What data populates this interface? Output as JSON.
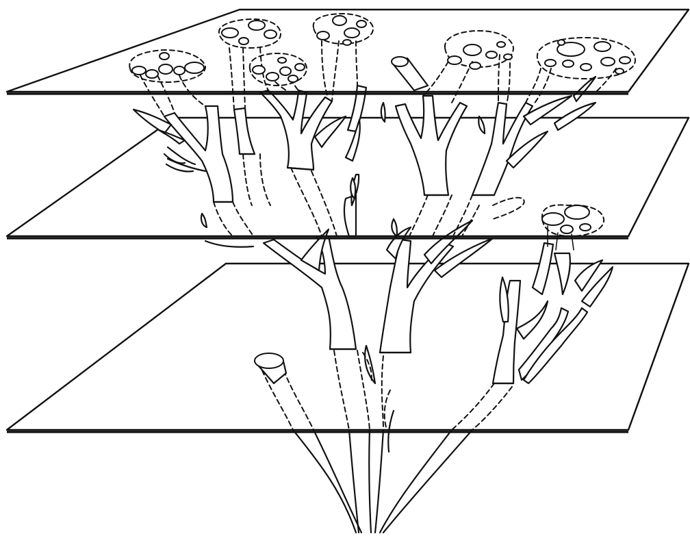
{
  "figure": {
    "type": "illustration",
    "planes": [
      {
        "id": "top-plane"
      },
      {
        "id": "middle-plane"
      },
      {
        "id": "bottom-plane"
      }
    ],
    "colors": {
      "ink": "#111111",
      "paper": "#ffffff"
    }
  }
}
